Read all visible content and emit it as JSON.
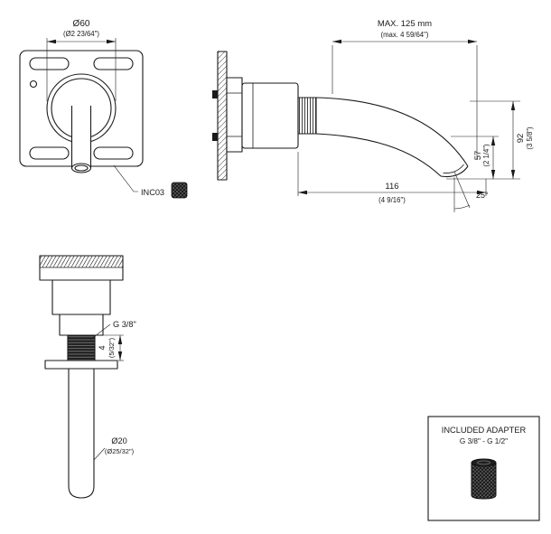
{
  "front_view": {
    "dim_d60": "Ø60",
    "dim_d60_in": "(Ø2 23/64\")",
    "code": "INC03"
  },
  "side_view": {
    "dim_max": "MAX. 125 mm",
    "dim_max_in": "(max. 4 59/64\")",
    "dim_h92": "92",
    "dim_h92_in": "(3 5/8\")",
    "dim_h57": "57",
    "dim_h57_in": "(2 1/4\")",
    "dim_l116": "116",
    "dim_l116_in": "(4 9/16\")",
    "dim_angle": "25°"
  },
  "bottom_view": {
    "thread": "G 3/8\"",
    "dim_t4": "4",
    "dim_t4_in": "(5/32\")",
    "dim_d20": "Ø20",
    "dim_d20_in": "(Ø25/32\")"
  },
  "adapter_box": {
    "title": "INCLUDED ADAPTER",
    "subtitle": "G 3/8\" - G 1/2\""
  },
  "colors": {
    "line": "#1a1a1a",
    "bg": "#ffffff"
  }
}
